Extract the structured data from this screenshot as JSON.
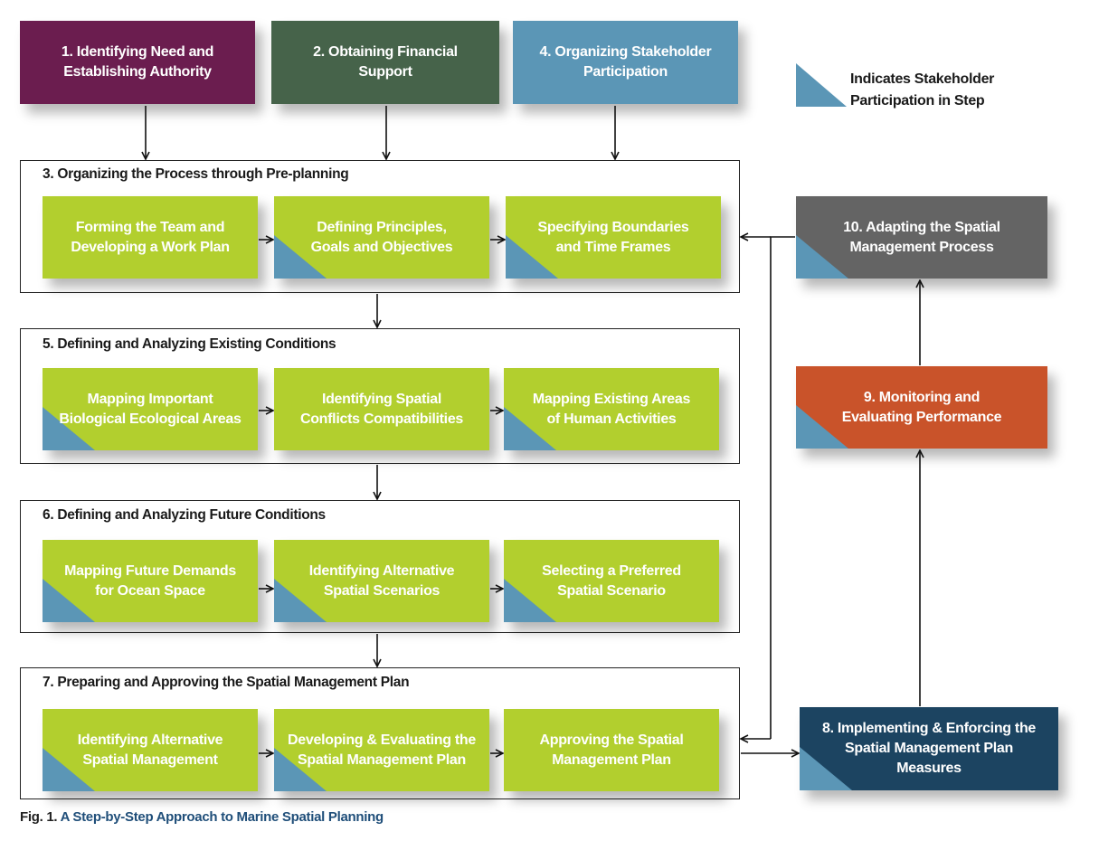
{
  "steps": {
    "s1": "1. Identifying Need and\nEstablishing Authority",
    "s2": "2. Obtaining Financial\nSupport",
    "s4": "4. Organizing Stakeholder\nParticipation",
    "s10": "10. Adapting the Spatial\nManagement Process",
    "s9": "9. Monitoring  and\nEvaluating Performance",
    "s8": "8. Implementing & Enforcing the\nSpatial Management Plan\nMeasures"
  },
  "legend": {
    "text": "Indicates Stakeholder\nParticipation in Step"
  },
  "groups": {
    "g3": {
      "title": "3. Organizing the Process through Pre-planning",
      "items": [
        "Forming the Team  and\nDeveloping a Work Plan",
        "Defining Principles,\nGoals  and Objectives",
        "Specifying Boundaries\nand Time Frames"
      ]
    },
    "g5": {
      "title": "5. Defining and Analyzing Existing Conditions",
      "items": [
        "Mapping Important\nBiological Ecological Areas",
        "Identifying Spatial\nConflicts Compatibilities",
        "Mapping Existing Areas\nof Human Activities"
      ]
    },
    "g6": {
      "title": "6. Defining and Analyzing Future Conditions",
      "items": [
        "Mapping Future Demands\nfor Ocean Space",
        "Identifying Alternative\nSpatial Scenarios",
        "Selecting a Preferred\nSpatial Scenario"
      ]
    },
    "g7": {
      "title": "7. Preparing and Approving the Spatial Management Plan",
      "items": [
        "Identifying Alternative\nSpatial Management",
        "Developing & Evaluating the\nSpatial Management Plan",
        "Approving the Spatial\nManagement Plan"
      ]
    }
  },
  "caption": {
    "fig": "Fig. 1.",
    "text": "A Step-by-Step Approach to Marine Spatial Planning"
  },
  "colors": {
    "step1": "#6b1d4f",
    "step2": "#46634a",
    "step4": "#5b96b6",
    "step10": "#646464",
    "step9": "#c9532a",
    "step8": "#1c4461",
    "substep": "#b2cf2e",
    "stakeholder_marker": "#5b96b6"
  }
}
